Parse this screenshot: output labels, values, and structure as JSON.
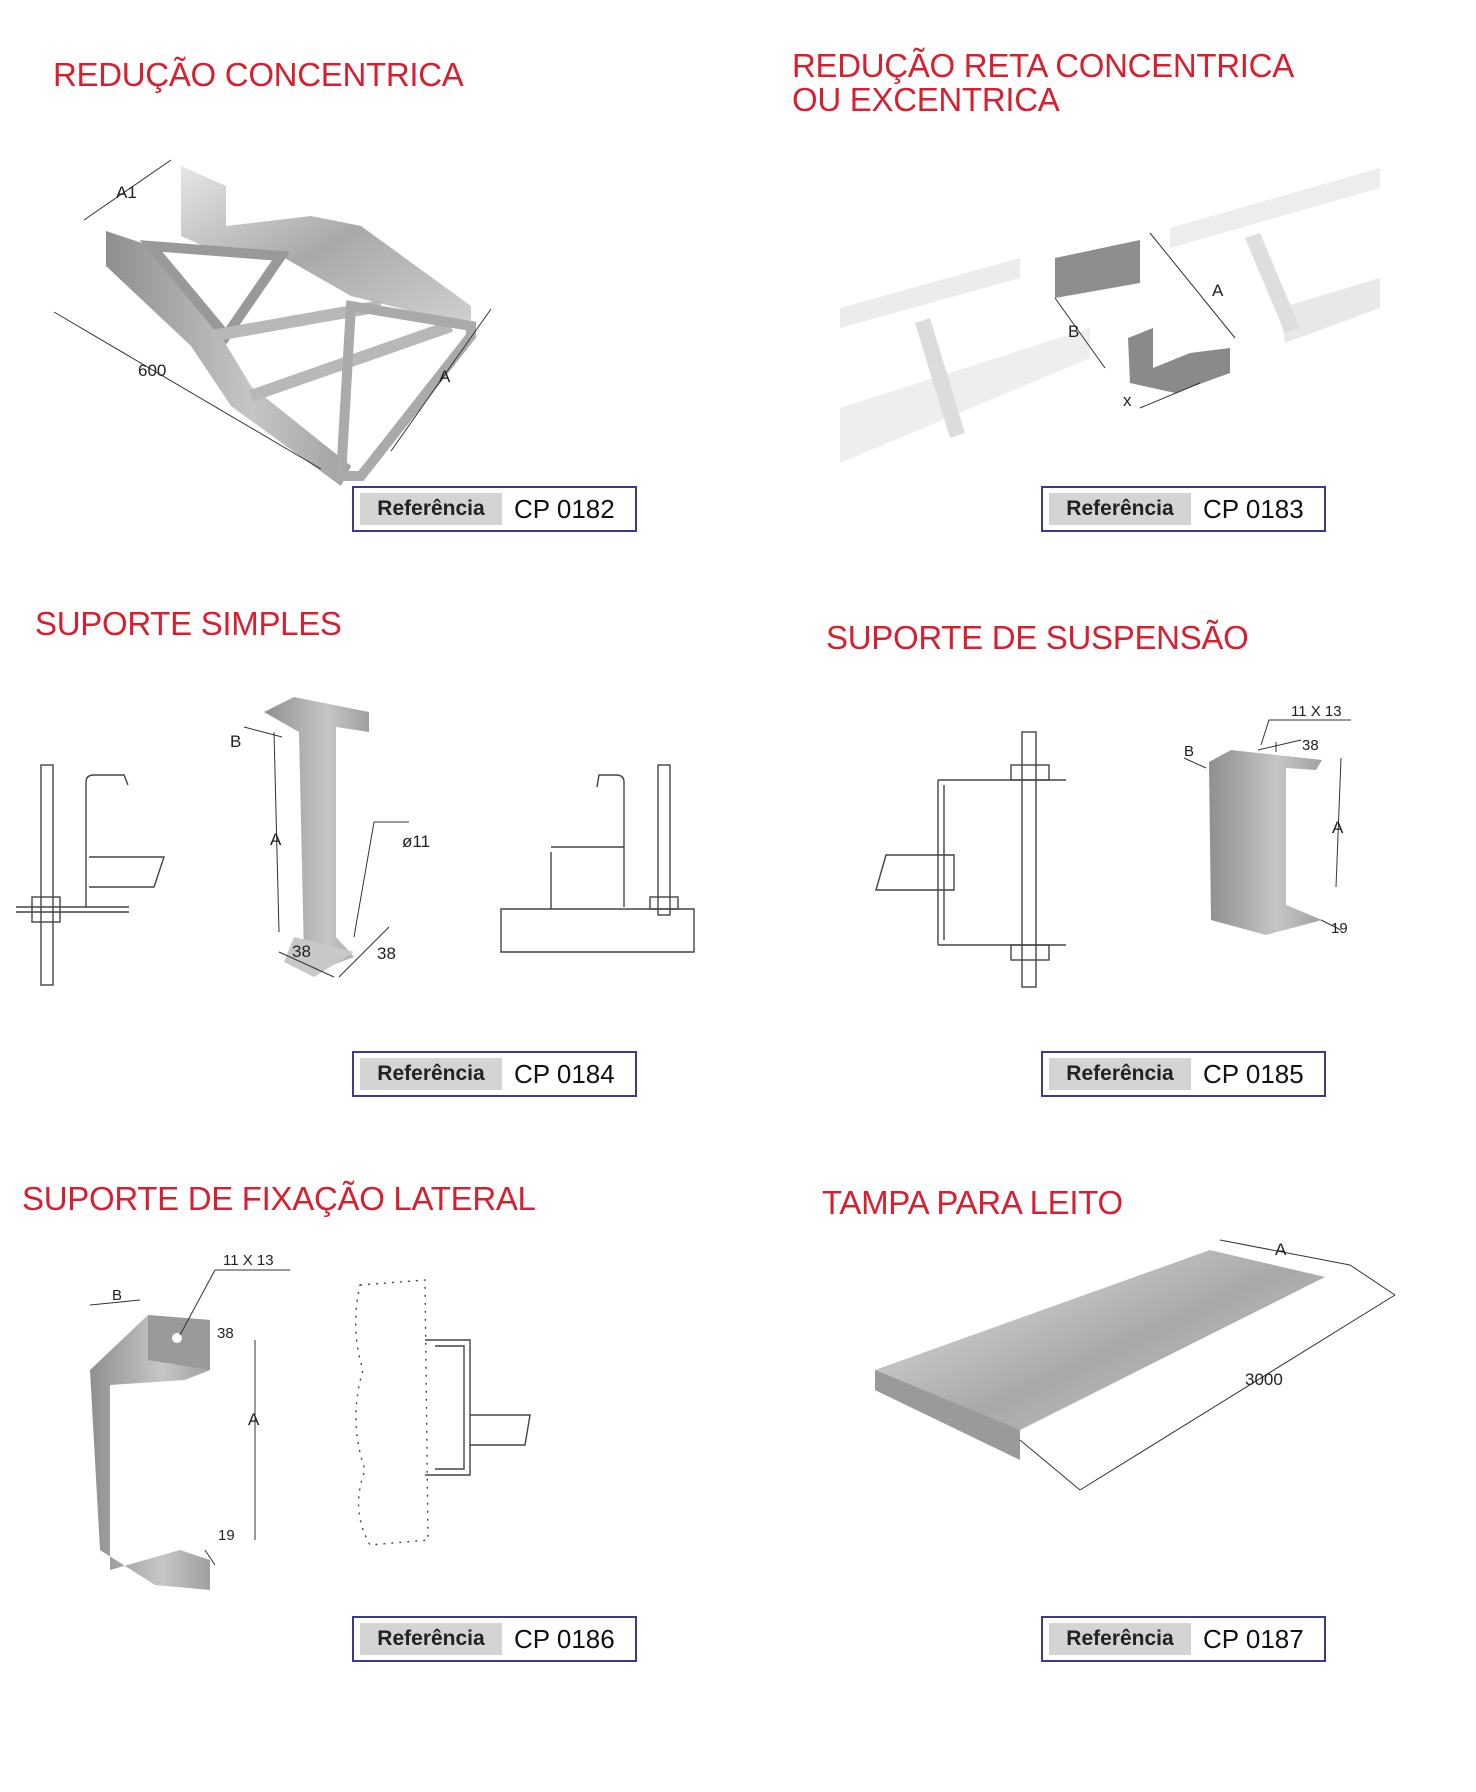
{
  "reference_label": "Referência",
  "products": [
    {
      "title": "REDUÇÃO CONCENTRICA",
      "code": "CP 0182",
      "dims": [
        "A1",
        "600",
        "A"
      ]
    },
    {
      "title_lines": [
        "REDUÇÃO RETA CONCENTRICA",
        "OU EXCENTRICA"
      ],
      "code": "CP 0183",
      "dims": [
        "B",
        "A",
        "x"
      ]
    },
    {
      "title": "SUPORTE SIMPLES",
      "code": "CP 0184",
      "dims": [
        "B",
        "A",
        "ø11",
        "38",
        "38"
      ]
    },
    {
      "title": "SUPORTE DE SUSPENSÃO",
      "code": "CP 0185",
      "dims": [
        "11 X 13",
        "B",
        "38",
        "A",
        "19"
      ]
    },
    {
      "title": "SUPORTE DE FIXAÇÃO LATERAL",
      "code": "CP 0186",
      "dims": [
        "B",
        "11 X 13",
        "38",
        "A",
        "19"
      ]
    },
    {
      "title": "TAMPA PARA LEITO",
      "code": "CP 0187",
      "dims": [
        "A",
        "3000"
      ]
    }
  ],
  "colors": {
    "title": "#d7202f",
    "ref_border": "#3b3b8c",
    "ref_label_bg": "#d4d4d4"
  }
}
